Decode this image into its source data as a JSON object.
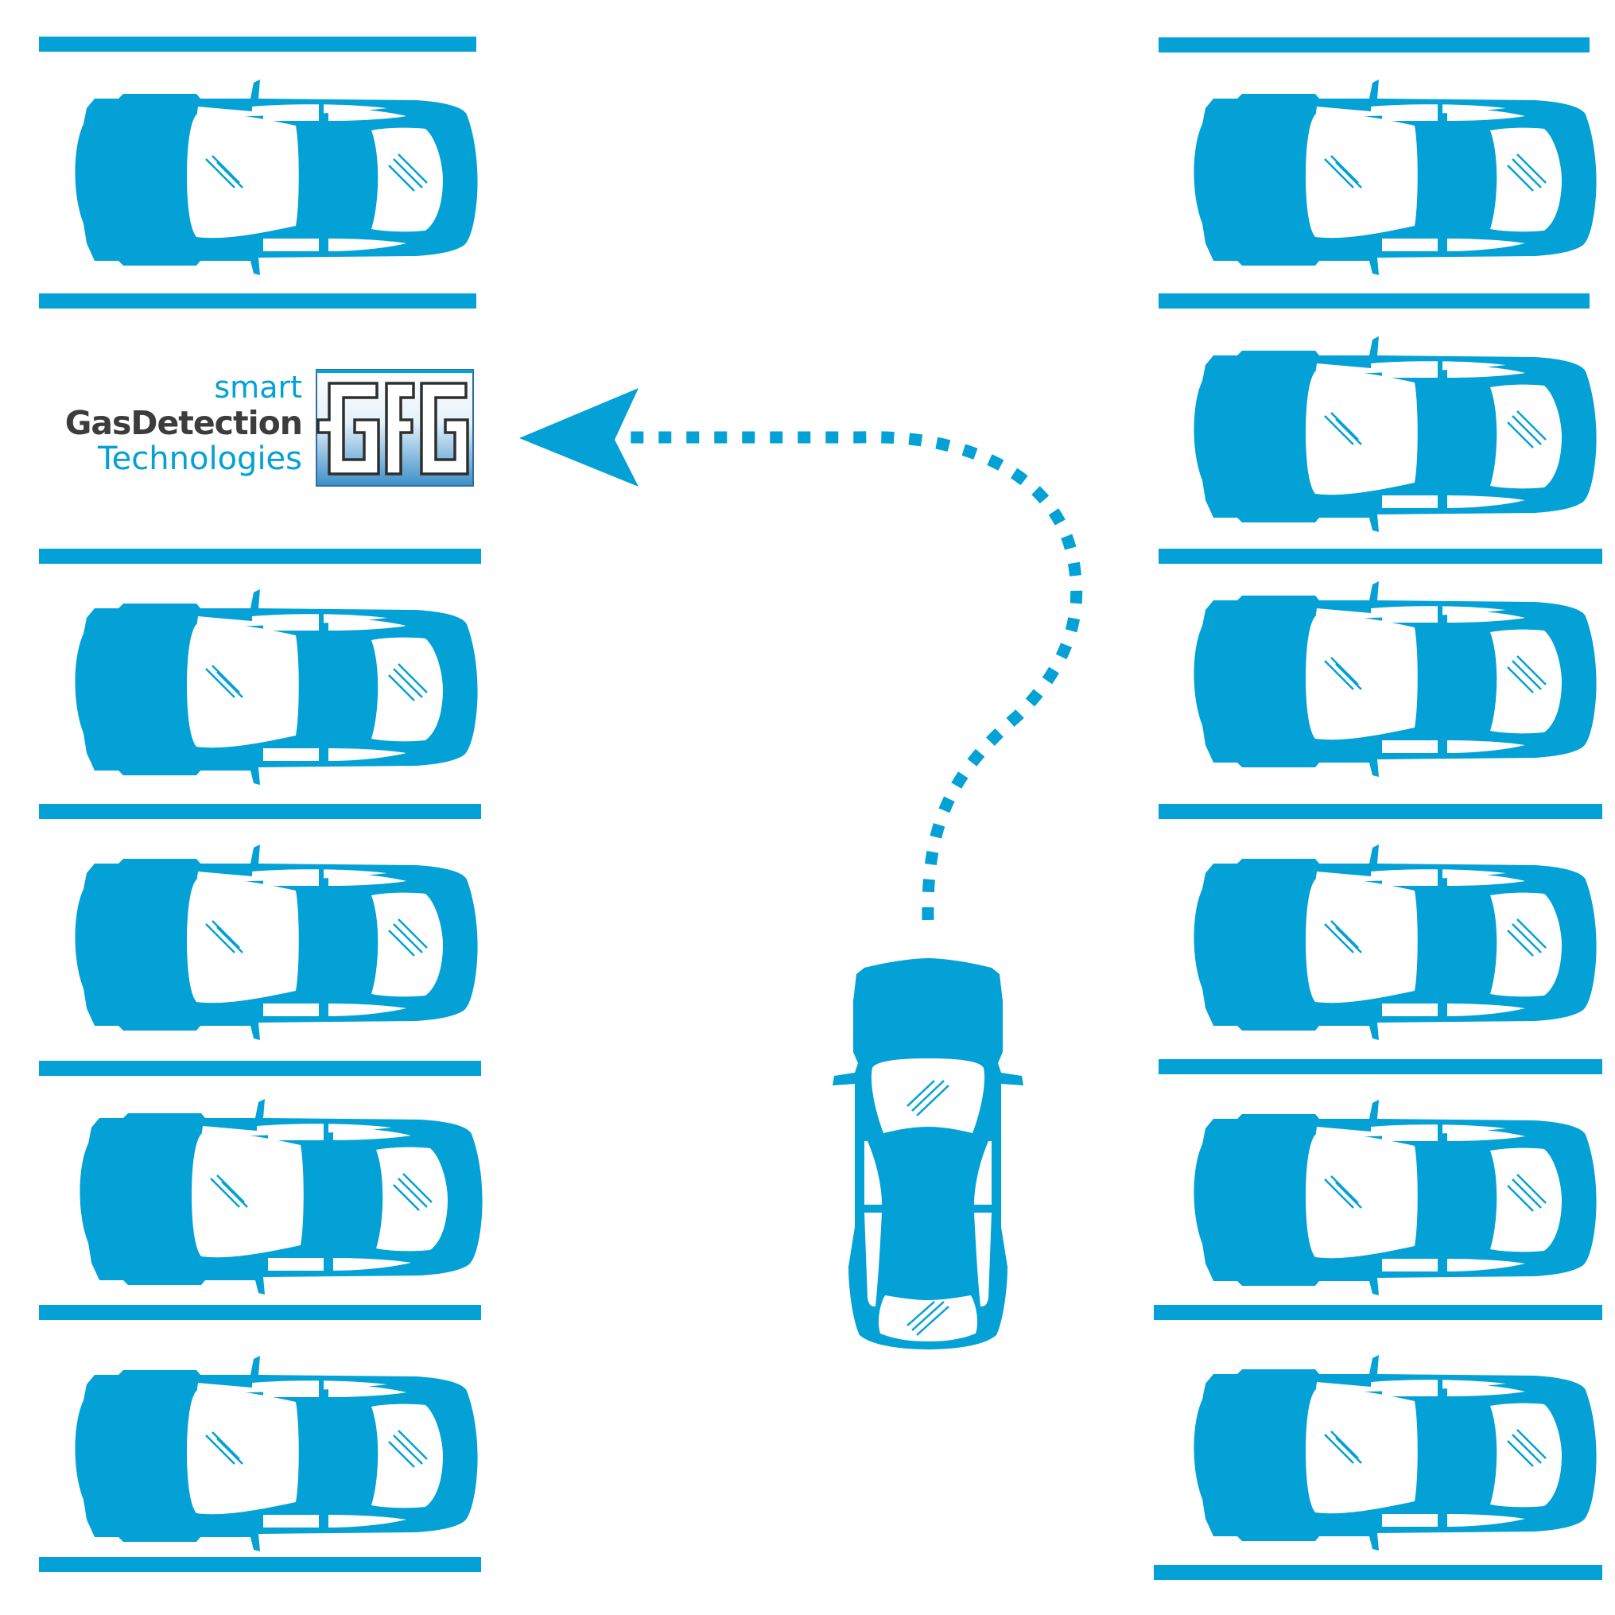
{
  "logo": {
    "line1": "smart",
    "line2": "GasDetection",
    "line3": "Technologies",
    "monogram": "GfG"
  },
  "colors": {
    "accent": "#03a1d5",
    "text_dark": "#3c3c3c",
    "background": "#ffffff"
  },
  "parking": {
    "left_row_cars": 5,
    "right_row_cars": 6,
    "moving_car": "car driving toward the gas detection logo",
    "path": "dotted curved arrow pointing left to logo"
  }
}
